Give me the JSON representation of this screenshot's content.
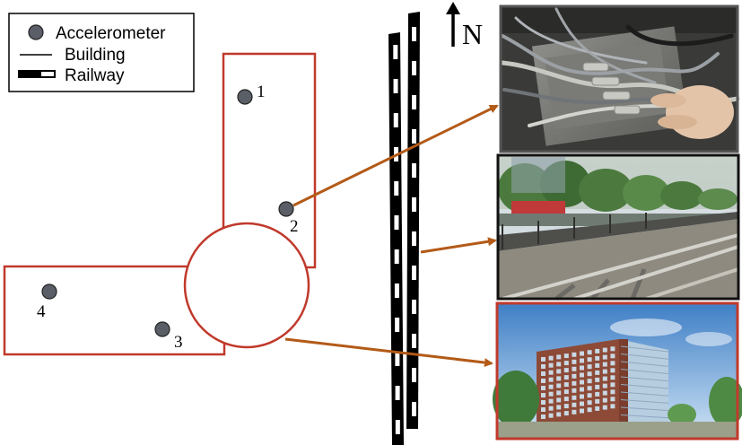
{
  "legend": {
    "accelerometer_label": "Accelerometer",
    "building_label": "Building",
    "railway_label": "Railway"
  },
  "north_label": "N",
  "sensors": [
    {
      "label": "1"
    },
    {
      "label": "2"
    },
    {
      "label": "3"
    },
    {
      "label": "4"
    }
  ],
  "colors": {
    "building_outline": "#c0392b",
    "sensor_fill": "#5a5e66",
    "arrow": "#b35a17",
    "railway": "#000000",
    "photo_border_top": "#555555",
    "photo_border_mid": "#111111",
    "photo_border_bottom": "#c0392b"
  },
  "photos": [
    {
      "subject": "accelerometer-cables-photo"
    },
    {
      "subject": "railway-track-photo"
    },
    {
      "subject": "office-building-photo"
    }
  ]
}
